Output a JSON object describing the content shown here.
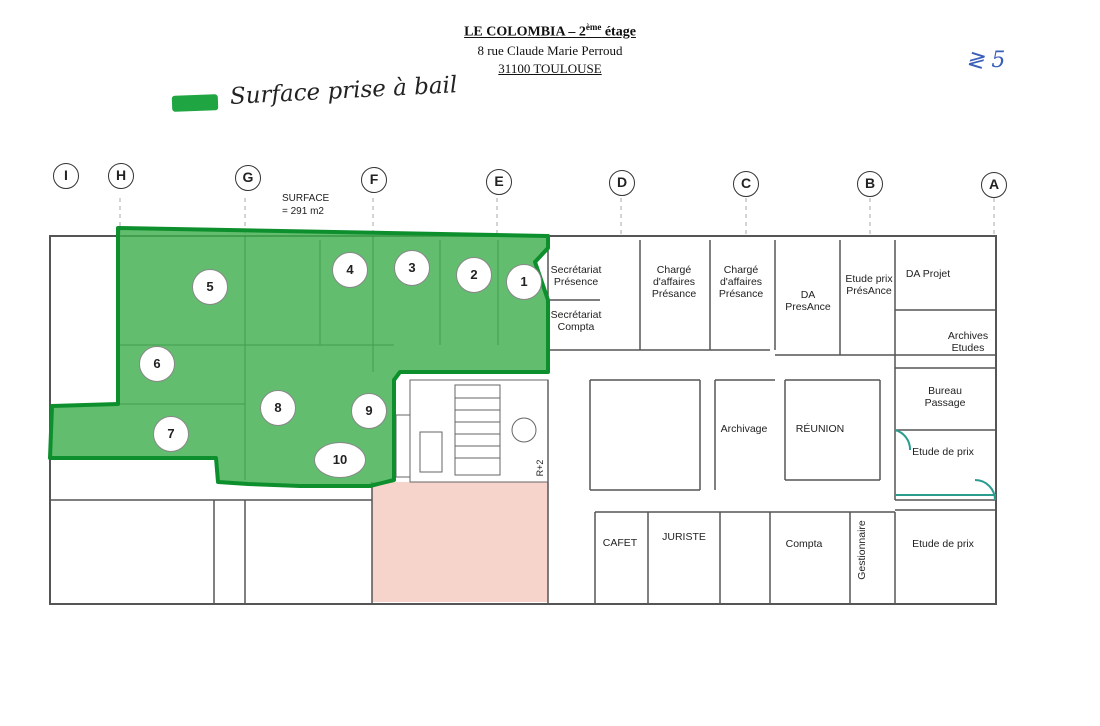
{
  "header": {
    "building": "LE COLOMBIA – 2",
    "floor_sup": "ème",
    "floor_word": " étage",
    "street": "8 rue Claude Marie Perroud",
    "city": "31100 TOULOUSE"
  },
  "legend": {
    "label": "Surface prise à bail",
    "color": "#1fa542"
  },
  "corner_note": "≷ 5",
  "surface": {
    "label": "SURFACE",
    "value": "= 291 m2"
  },
  "axes": [
    "I",
    "H",
    "G",
    "F",
    "E",
    "D",
    "C",
    "B",
    "A"
  ],
  "leased_units": [
    "1",
    "2",
    "3",
    "4",
    "5",
    "6",
    "7",
    "8",
    "9",
    "10"
  ],
  "rooms": {
    "secretariat_presence": "Secrétariat Présence",
    "secretariat_compta": "Secrétariat Compta",
    "charge_affaires_1": "Chargé d'affaires Présance",
    "charge_affaires_2": "Chargé d'affaires Présance",
    "da_presance": "DA PresAnce",
    "etude_prix_presance": "Etude prix PrésAnce",
    "da_projet": "DA Projet",
    "archives_etudes": "Archives Etudes",
    "bureau_passage": "Bureau Passage",
    "etude_de_prix_1": "Etude de prix",
    "etude_de_prix_2": "Etude de prix",
    "archivage": "Archivage",
    "reunion": "RÉUNION",
    "cafet": "CAFET",
    "juriste": "JURISTE",
    "compta": "Compta",
    "gestionnaire": "Gestionnaire",
    "stair_tag": "R+2"
  },
  "colors": {
    "leased_fill": "#3fae4e",
    "leased_border": "#0e8f2d",
    "common_area": "#f6d4cc",
    "walls": "#444444"
  }
}
